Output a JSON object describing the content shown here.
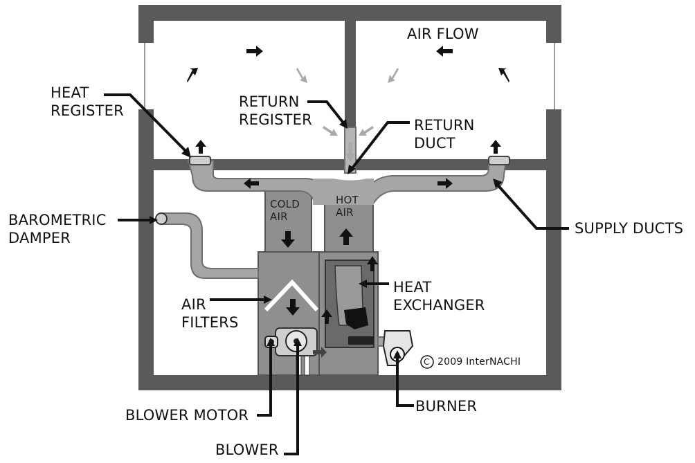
{
  "labels": {
    "air_flow": "AIR FLOW",
    "heat_register": [
      "HEAT",
      "REGISTER"
    ],
    "return_register": [
      "RETURN",
      "REGISTER"
    ],
    "return_duct": [
      "RETURN",
      "DUCT"
    ],
    "barometric_damper": [
      "BAROMETRIC",
      "DAMPER"
    ],
    "supply_ducts": "SUPPLY DUCTS",
    "cold_air": [
      "COLD",
      "AIR"
    ],
    "hot_air": [
      "HOT",
      "AIR"
    ],
    "heat_exchanger": [
      "HEAT",
      "EXCHANGER"
    ],
    "air_filters": [
      "AIR",
      "FILTERS"
    ],
    "blower_motor": "BLOWER MOTOR",
    "blower": "BLOWER",
    "burner": "BURNER",
    "copyright": "2009  InterNACHI",
    "copyright_symbol": "C"
  },
  "colors": {
    "wall": "#5a5a5a",
    "duct": "#a6a6a6",
    "duct_edge": "#6f6f6f",
    "furnace": "#8f8f8f",
    "arrow_dark": "#111111",
    "arrow_light": "#aaaaaa"
  }
}
